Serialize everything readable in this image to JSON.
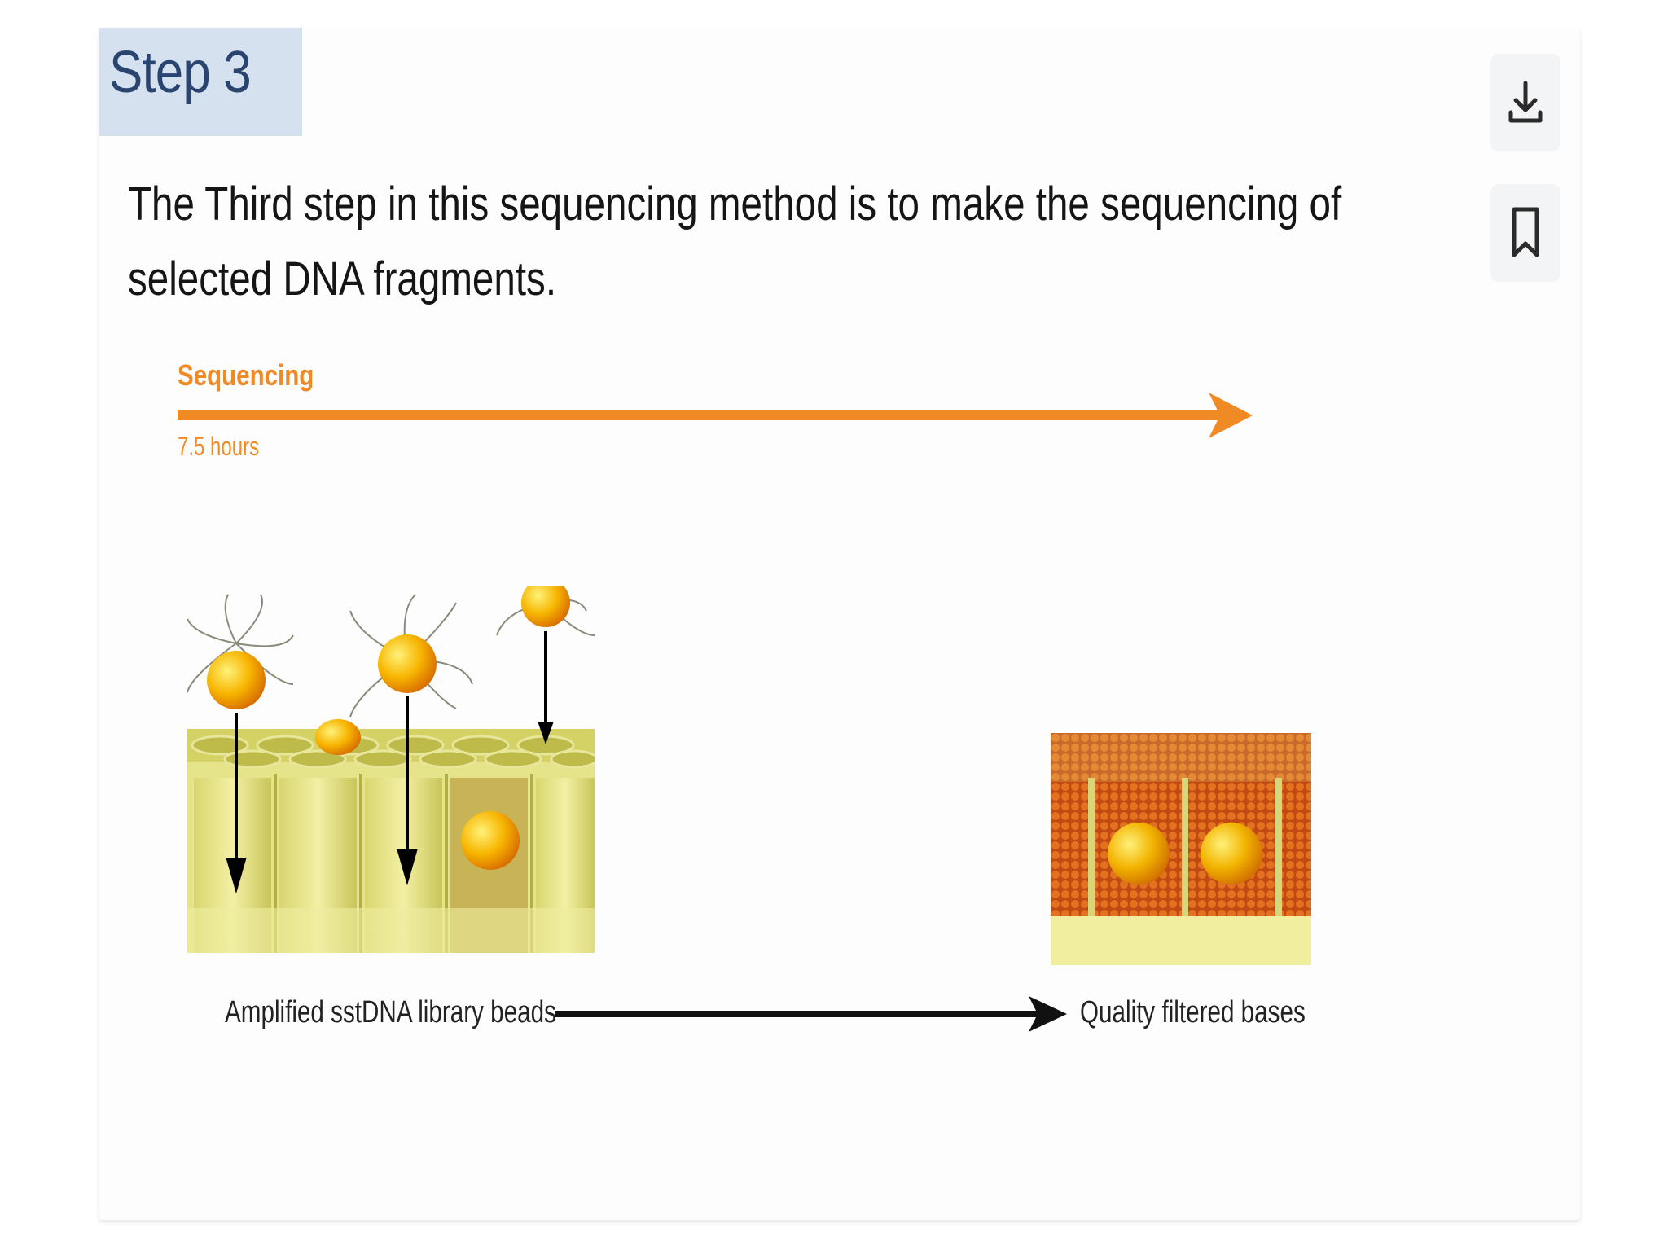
{
  "slide": {
    "step_label": "Step 3",
    "description": "The Third step in this sequencing method is to make the sequencing of selected DNA fragments."
  },
  "toolbar": {
    "download_icon": "download-icon",
    "bookmark_icon": "bookmark-icon"
  },
  "timeline": {
    "title": "Sequencing",
    "duration": "7.5 hours",
    "color": "#f08a24"
  },
  "diagram": {
    "left_caption": "Amplified sstDNA library beads",
    "right_caption": "Quality filtered bases"
  }
}
